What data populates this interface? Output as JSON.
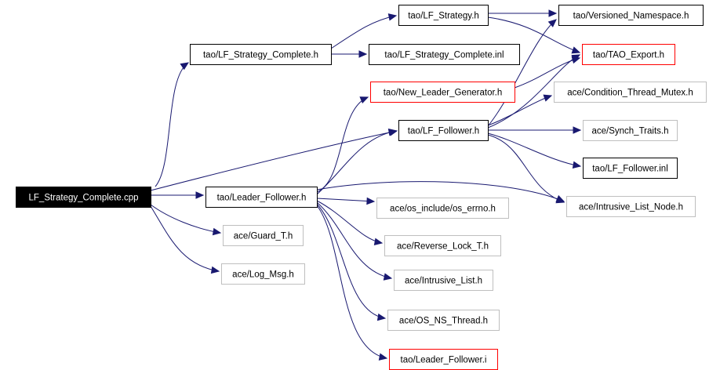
{
  "colors": {
    "edge": "#191970",
    "border_default": "#000000",
    "border_red": "#ff0000",
    "border_gray": "#bfbfbf",
    "root_fill": "#000000",
    "root_text": "#ffffff",
    "node_fill": "#ffffff",
    "node_text": "#000000"
  },
  "nodes": [
    {
      "id": "root",
      "label": "LF_Strategy_Complete.cpp",
      "style": "root"
    },
    {
      "id": "lfsc_h",
      "label": "tao/LF_Strategy_Complete.h",
      "style": "default"
    },
    {
      "id": "leader_follower_h",
      "label": "tao/Leader_Follower.h",
      "style": "default"
    },
    {
      "id": "guard_t",
      "label": "ace/Guard_T.h",
      "style": "gray"
    },
    {
      "id": "log_msg",
      "label": "ace/Log_Msg.h",
      "style": "gray"
    },
    {
      "id": "lf_strategy_h",
      "label": "tao/LF_Strategy.h",
      "style": "default"
    },
    {
      "id": "lfsc_inl",
      "label": "tao/LF_Strategy_Complete.inl",
      "style": "default"
    },
    {
      "id": "new_leader_gen",
      "label": "tao/New_Leader_Generator.h",
      "style": "red"
    },
    {
      "id": "lf_follower_h",
      "label": "tao/LF_Follower.h",
      "style": "default"
    },
    {
      "id": "os_errno",
      "label": "ace/os_include/os_errno.h",
      "style": "gray"
    },
    {
      "id": "reverse_lock",
      "label": "ace/Reverse_Lock_T.h",
      "style": "gray"
    },
    {
      "id": "intrusive_list",
      "label": "ace/Intrusive_List.h",
      "style": "gray"
    },
    {
      "id": "os_ns_thread",
      "label": "ace/OS_NS_Thread.h",
      "style": "gray"
    },
    {
      "id": "leader_follower_i",
      "label": "tao/Leader_Follower.i",
      "style": "red"
    },
    {
      "id": "versioned_ns",
      "label": "tao/Versioned_Namespace.h",
      "style": "default"
    },
    {
      "id": "tao_export",
      "label": "tao/TAO_Export.h",
      "style": "red"
    },
    {
      "id": "cond_thread_mutex",
      "label": "ace/Condition_Thread_Mutex.h",
      "style": "gray"
    },
    {
      "id": "synch_traits",
      "label": "ace/Synch_Traits.h",
      "style": "gray"
    },
    {
      "id": "lf_follower_inl",
      "label": "tao/LF_Follower.inl",
      "style": "default"
    },
    {
      "id": "intrusive_list_node",
      "label": "ace/Intrusive_List_Node.h",
      "style": "gray"
    }
  ],
  "edges": [
    {
      "from": "root",
      "to": "lfsc_h"
    },
    {
      "from": "root",
      "to": "lf_follower_h"
    },
    {
      "from": "root",
      "to": "leader_follower_h"
    },
    {
      "from": "root",
      "to": "guard_t"
    },
    {
      "from": "root",
      "to": "log_msg"
    },
    {
      "from": "lfsc_h",
      "to": "lf_strategy_h"
    },
    {
      "from": "lfsc_h",
      "to": "lfsc_inl"
    },
    {
      "from": "lf_strategy_h",
      "to": "versioned_ns"
    },
    {
      "from": "lf_strategy_h",
      "to": "tao_export"
    },
    {
      "from": "new_leader_gen",
      "to": "tao_export"
    },
    {
      "from": "leader_follower_h",
      "to": "new_leader_gen"
    },
    {
      "from": "leader_follower_h",
      "to": "lf_follower_h"
    },
    {
      "from": "leader_follower_h",
      "to": "intrusive_list_node"
    },
    {
      "from": "leader_follower_h",
      "to": "os_errno"
    },
    {
      "from": "leader_follower_h",
      "to": "reverse_lock"
    },
    {
      "from": "leader_follower_h",
      "to": "intrusive_list"
    },
    {
      "from": "leader_follower_h",
      "to": "os_ns_thread"
    },
    {
      "from": "leader_follower_h",
      "to": "leader_follower_i"
    },
    {
      "from": "lf_follower_h",
      "to": "versioned_ns"
    },
    {
      "from": "lf_follower_h",
      "to": "tao_export"
    },
    {
      "from": "lf_follower_h",
      "to": "cond_thread_mutex"
    },
    {
      "from": "lf_follower_h",
      "to": "synch_traits"
    },
    {
      "from": "lf_follower_h",
      "to": "lf_follower_inl"
    },
    {
      "from": "lf_follower_h",
      "to": "intrusive_list_node"
    }
  ]
}
